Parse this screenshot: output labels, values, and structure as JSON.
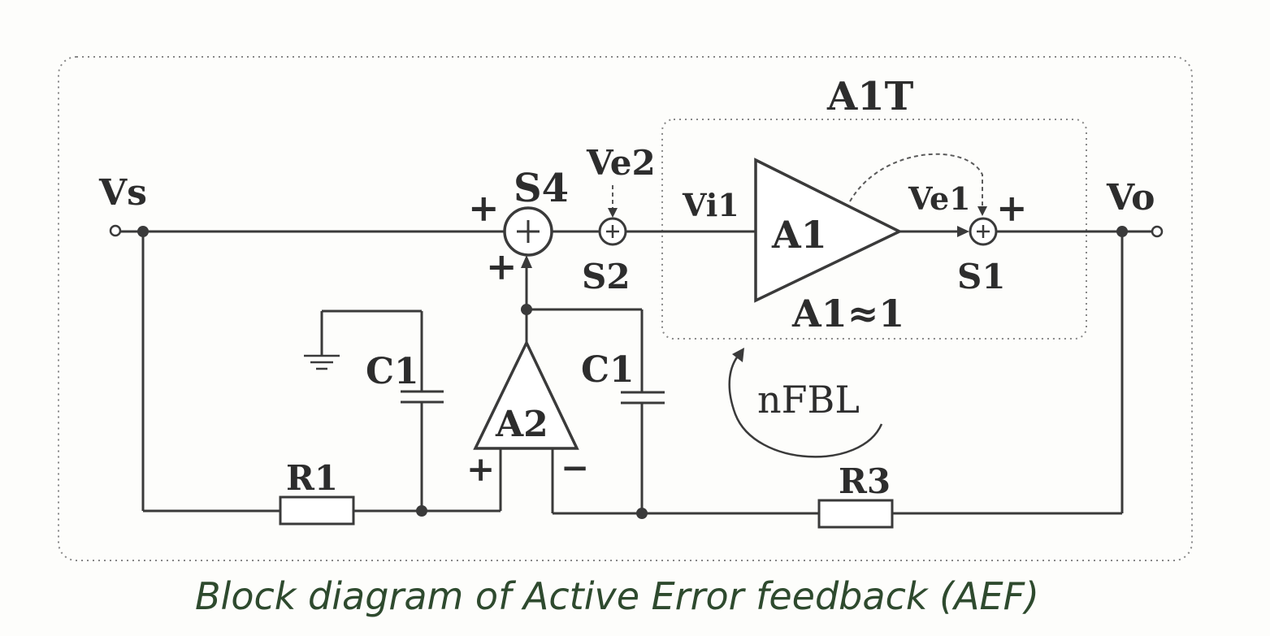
{
  "caption": "Block diagram of Active Error feedback (AEF)",
  "colors": {
    "wire": "#3a3a3a",
    "caption": "#2e4a2e",
    "border": "#888888"
  },
  "labels": {
    "vs": "Vs",
    "vo": "Vo",
    "s4": "S4",
    "s2": "S2",
    "s1": "S1",
    "ve2": "Ve2",
    "vi1": "Vi1",
    "ve1": "Ve1",
    "a1t": "A1T",
    "a1": "A1",
    "a1_approx": "A1≈1",
    "a2": "A2",
    "c1_left": "C1",
    "c1_right": "C1",
    "r1": "R1",
    "r3": "R3",
    "nfbl": "nFBL",
    "plus": "+",
    "minus": "−"
  }
}
